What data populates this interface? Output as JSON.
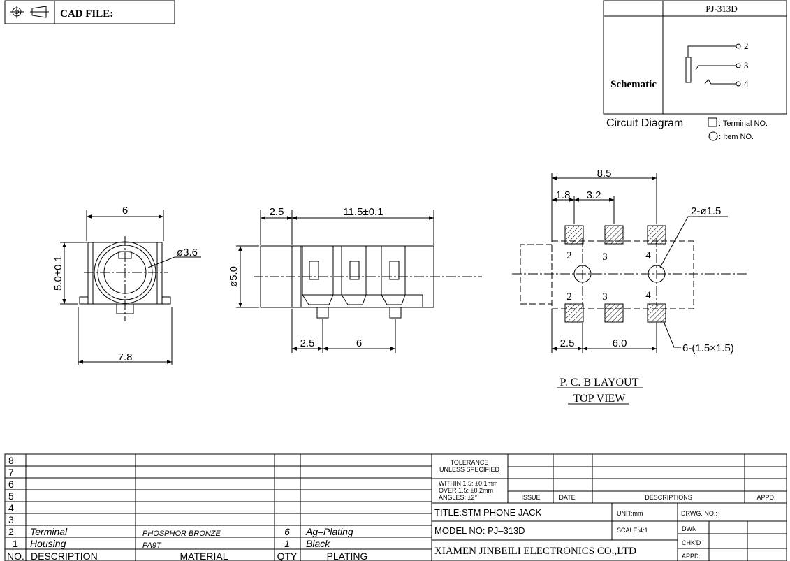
{
  "header": {
    "cad_label": "CAD FILE:"
  },
  "part_number": "PJ-313D",
  "schematic": {
    "label": "Schematic",
    "pins": [
      "2",
      "3",
      "4"
    ],
    "circuit_diagram_label": "Circuit  Diagram",
    "terminal_legend": ": Terminal NO.",
    "item_legend": ": Item NO."
  },
  "front_view": {
    "dim_top": "6",
    "dim_hole": "ø3.6",
    "dim_height": "5.0±0.1",
    "dim_bottom": "7.8"
  },
  "side_view": {
    "dim_top_left": "2.5",
    "dim_top_main": "11.5±0.1",
    "dim_dia": "ø5.0",
    "dim_bottom_left": "2.5",
    "dim_bottom_mid": "6"
  },
  "pcb": {
    "dim_total": "8.5",
    "dim_a": "1.8",
    "dim_b": "3.2",
    "dim_holes": "2-ø1.5",
    "pad_labels_top": [
      "2",
      "3",
      "4"
    ],
    "pad_labels_bottom": [
      "2",
      "3",
      "4"
    ],
    "dim_bottom_left": "2.5",
    "dim_bottom_mid": "6.0",
    "dim_pads": "6-(1.5×1.5)",
    "title": "P. C. B  LAYOUT",
    "subtitle": "TOP  VIEW"
  },
  "bom": {
    "rows": [
      {
        "no": "8",
        "desc": "",
        "material": "",
        "qty": "",
        "plating": ""
      },
      {
        "no": "7",
        "desc": "",
        "material": "",
        "qty": "",
        "plating": ""
      },
      {
        "no": "6",
        "desc": "",
        "material": "",
        "qty": "",
        "plating": ""
      },
      {
        "no": "5",
        "desc": "",
        "material": "",
        "qty": "",
        "plating": ""
      },
      {
        "no": "4",
        "desc": "",
        "material": "",
        "qty": "",
        "plating": ""
      },
      {
        "no": "3",
        "desc": "",
        "material": "",
        "qty": "",
        "plating": ""
      },
      {
        "no": "2",
        "desc": "Terminal",
        "material": "PHOSPHOR BRONZE",
        "qty": "6",
        "plating": "Ag–Plating"
      },
      {
        "no": "1",
        "desc": "Housing",
        "material": "PA9T",
        "qty": "1",
        "plating": "Black"
      }
    ],
    "header": {
      "no": "NO.",
      "desc": "DESCRIPTION",
      "material": "MATERIAL",
      "qty": "QTY",
      "plating": "PLATING"
    }
  },
  "title_block": {
    "tolerance_1": "TOLERANCE",
    "tolerance_2": "UNLESS SPECIFIED",
    "within": "WITHIN  1.5: ±0.1mm",
    "over": "OVER  1.5:  ±0.2mm",
    "angles": "ANGLES: ±2°",
    "issue": "ISSUE",
    "date": "DATE",
    "descriptions": "DESCRIPTIONS",
    "appd": "APPD.",
    "title": "TITLE:STM  PHONE  JACK",
    "unit": "UNIT:mm",
    "drwg_no": "DRWG. NO.:",
    "model": "MODEL  NO: PJ–313D",
    "scale": "SCALE:4:1",
    "dwn": "DWN",
    "chkd": "CHK'D",
    "company": "XIAMEN JINBEILI ELECTRONICS CO.,LTD",
    "appd2": "APPD."
  }
}
